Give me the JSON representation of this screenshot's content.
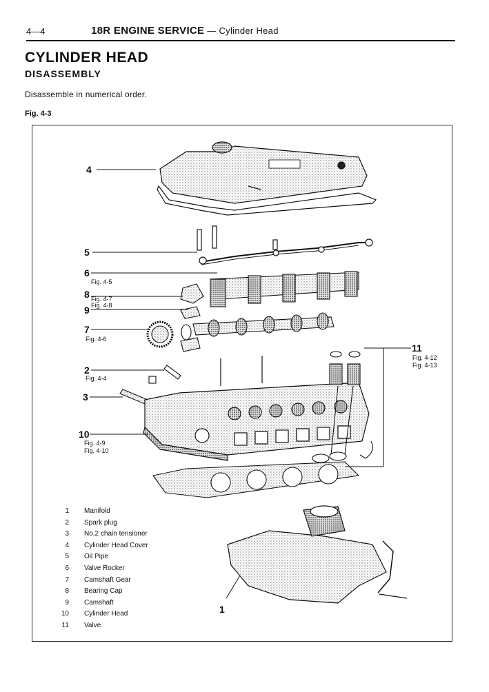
{
  "header": {
    "page_number": "4—4",
    "title": "18R ENGINE SERVICE",
    "separator": " — ",
    "subtitle": "Cylinder Head"
  },
  "section_title": "CYLINDER HEAD",
  "subsection_title": "DISASSEMBLY",
  "instruction": "Disassemble in numerical order.",
  "figure_label": "Fig. 4-3",
  "callouts": [
    {
      "num": "4",
      "refs": []
    },
    {
      "num": "5",
      "refs": []
    },
    {
      "num": "6",
      "refs": [
        "Fig. 4-5"
      ]
    },
    {
      "num": "8",
      "refs": [
        "Fig. 4-7",
        "Fig. 4-8"
      ]
    },
    {
      "num": "9",
      "refs": []
    },
    {
      "num": "7",
      "refs": [
        "Fig. 4-6"
      ]
    },
    {
      "num": "2",
      "refs": [
        "Fig. 4-4"
      ]
    },
    {
      "num": "3",
      "refs": []
    },
    {
      "num": "10",
      "refs": [
        "Fig. 4-9",
        "Fig. 4-10"
      ]
    },
    {
      "num": "11",
      "refs": [
        "Fig. 4-12",
        "Fig. 4-13"
      ]
    },
    {
      "num": "1",
      "refs": []
    }
  ],
  "legend": [
    {
      "num": "1",
      "name": "Manifold"
    },
    {
      "num": "2",
      "name": "Spark plug"
    },
    {
      "num": "3",
      "name": "No.2 chain tensioner"
    },
    {
      "num": "4",
      "name": "Cylinder Head Cover"
    },
    {
      "num": "5",
      "name": "Oil Pipe"
    },
    {
      "num": "6",
      "name": "Valve Rocker"
    },
    {
      "num": "7",
      "name": "Camshaft Gear"
    },
    {
      "num": "8",
      "name": "Bearing Cap"
    },
    {
      "num": "9",
      "name": "Camshaft"
    },
    {
      "num": "10",
      "name": "Cylinder Head"
    },
    {
      "num": "11",
      "name": "Valve"
    }
  ]
}
